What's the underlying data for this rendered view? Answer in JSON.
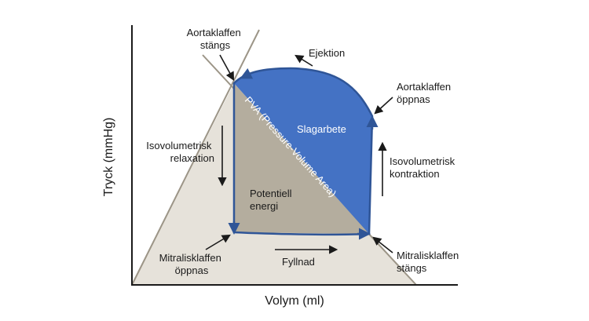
{
  "axes": {
    "y_label": "Tryck (mmHg)",
    "x_label": "Volym (ml)"
  },
  "labels": {
    "aortic_closes": [
      "Aortaklaffen",
      "stängs"
    ],
    "ejection": "Ejektion",
    "aortic_opens": [
      "Aortaklaffen",
      "öppnas"
    ],
    "iso_relaxation": [
      "Isovolumetrisk",
      "relaxation"
    ],
    "iso_contraction": [
      "Isovolumetrisk",
      "kontraktion"
    ],
    "potential_energy": [
      "Potentiell",
      "energi"
    ],
    "stroke_work": "Slagarbete",
    "pva": "PVA (Pressure-Volume Area)",
    "mitral_opens": [
      "Mitralisklaffen",
      "öppnas"
    ],
    "filling": "Fyllnad",
    "mitral_closes": [
      "Mitralisklaffen",
      "stängs"
    ]
  },
  "colors": {
    "stroke_work_fill": "#4472c4",
    "potential_energy_fill": "#b4ad9e",
    "triangle_fill": "#e6e2da",
    "loop_stroke": "#2f5597",
    "line_gray": "#9c9587"
  }
}
